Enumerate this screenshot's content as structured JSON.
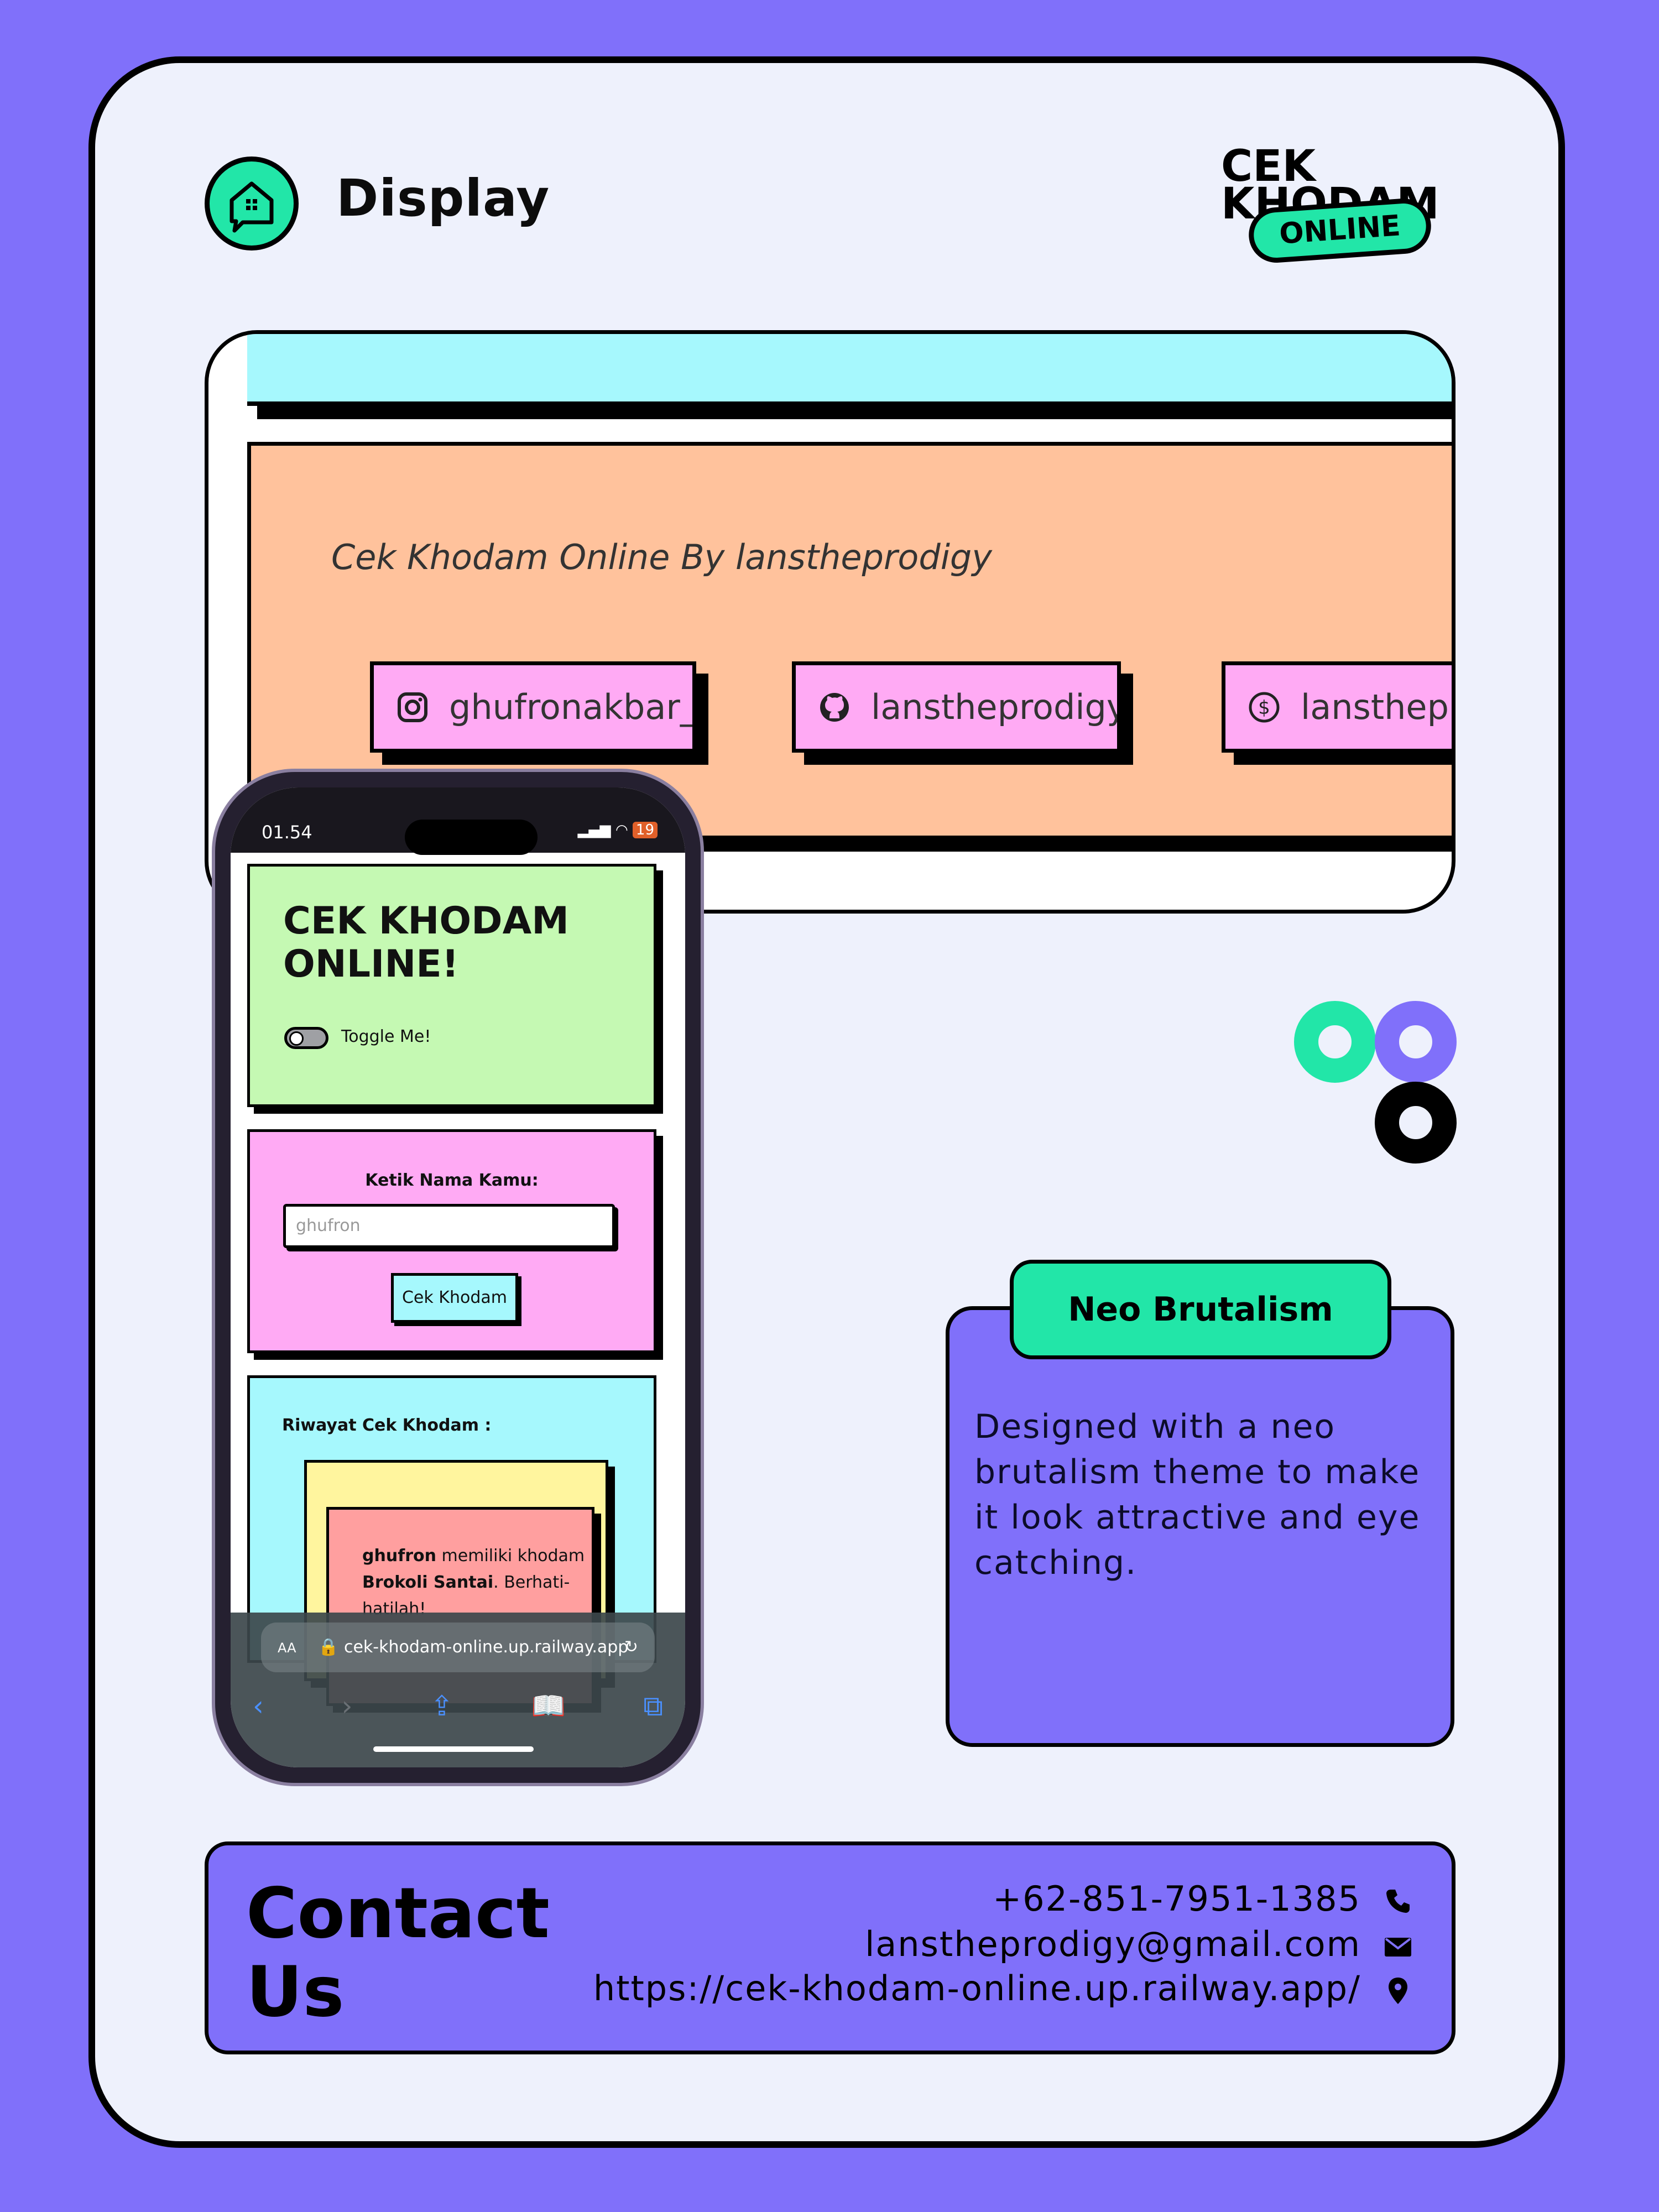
{
  "header": {
    "title": "Display"
  },
  "brand": {
    "line1": "CEK",
    "line2": "KHODAM",
    "pill": "ONLINE"
  },
  "desktop": {
    "tagline": "Cek Khodam Online By lanstheprodigy",
    "socials": [
      {
        "icon": "instagram-icon",
        "label": "ghufronakbar_"
      },
      {
        "icon": "github-icon",
        "label": "lanstheprodigy"
      },
      {
        "icon": "dollar-icon",
        "label": "lanstheprodigy"
      }
    ]
  },
  "phone": {
    "time": "01.54",
    "battery": "19",
    "hero_title_1": "CEK KHODAM",
    "hero_title_2": "ONLINE!",
    "toggle_label": "Toggle Me!",
    "form_label": "Ketik Nama Kamu:",
    "input_placeholder": "ghufron",
    "button_label": "Cek Khodam",
    "history_label": "Riwayat Cek Khodam :",
    "result": {
      "name": "ghufron",
      "mid": " memiliki khodam ",
      "khodam": "Brokoli Santai",
      "tail": ". Berhati-hatilah!"
    },
    "url": "cek-khodam-online.up.railway.app",
    "aa": "AA"
  },
  "colors": {
    "ring1": "#22e6a8",
    "ring2": "#8070fa",
    "ring3": "#000000"
  },
  "feature": {
    "tab": "Neo Brutalism",
    "text": "Designed with a neo brutalism theme to make it look attractive and eye catching."
  },
  "contact": {
    "title_1": "Contact",
    "title_2": "Us",
    "phone": "+62-851-7951-1385",
    "email": "lanstheprodigy@gmail.com",
    "url": "https://cek-khodam-online.up.railway.app/"
  }
}
